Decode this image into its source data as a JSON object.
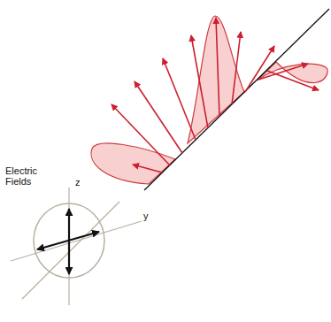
{
  "diagram": {
    "labels": [
      "Electric Fields",
      "z",
      "y"
    ]
  }
}
